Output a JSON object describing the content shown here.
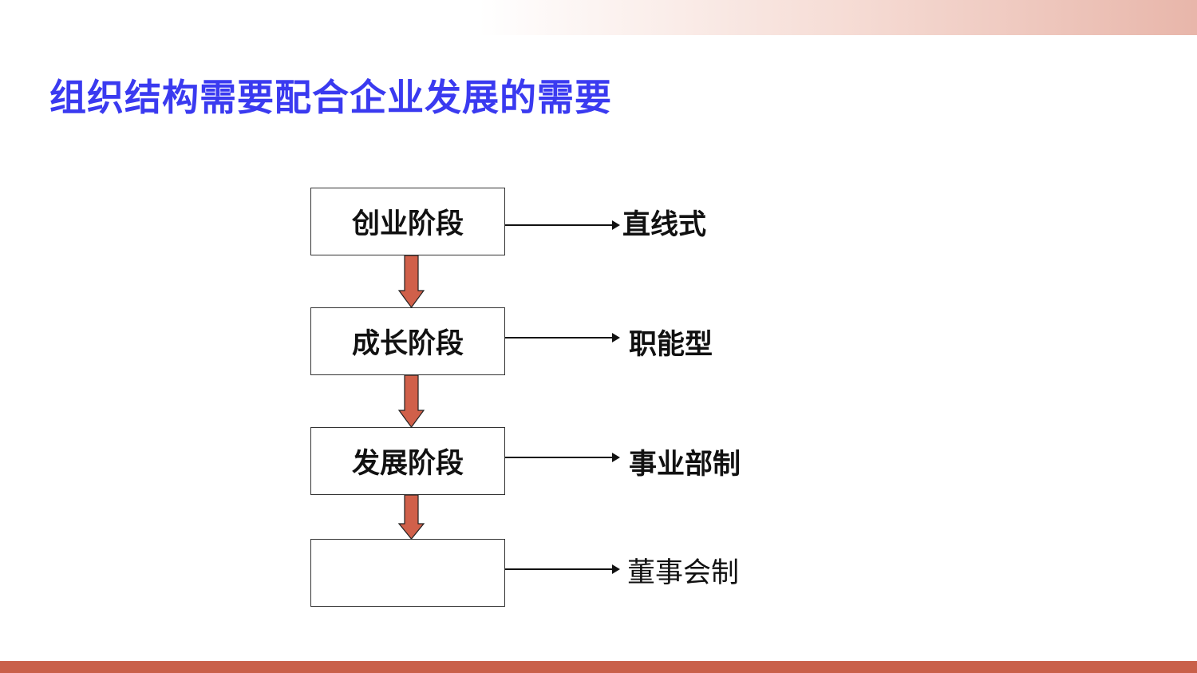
{
  "title": "组织结构需要配合企业发展的需要",
  "stages": [
    {
      "label": "创业阶段",
      "structure": "直线式"
    },
    {
      "label": "成长阶段",
      "structure": "职能型"
    },
    {
      "label": "发展阶段",
      "structure": "事业部制"
    },
    {
      "label": "",
      "structure": "董事会制"
    }
  ],
  "colors": {
    "title": "#3a3af0",
    "arrow": "#d0604a",
    "band": "#c9604a"
  }
}
